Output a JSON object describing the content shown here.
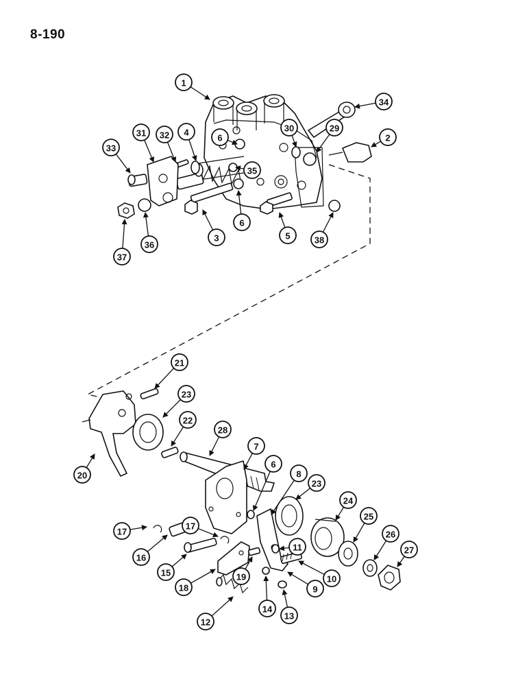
{
  "page": {
    "id": "8-190"
  },
  "callouts": [
    {
      "n": "1"
    },
    {
      "n": "34"
    },
    {
      "n": "2"
    },
    {
      "n": "29"
    },
    {
      "n": "30"
    },
    {
      "n": "6"
    },
    {
      "n": "35"
    },
    {
      "n": "4"
    },
    {
      "n": "32"
    },
    {
      "n": "31"
    },
    {
      "n": "33"
    },
    {
      "n": "37"
    },
    {
      "n": "36"
    },
    {
      "n": "3"
    },
    {
      "n": "6"
    },
    {
      "n": "5"
    },
    {
      "n": "38"
    },
    {
      "n": "21"
    },
    {
      "n": "23"
    },
    {
      "n": "20"
    },
    {
      "n": "22"
    },
    {
      "n": "28"
    },
    {
      "n": "7"
    },
    {
      "n": "6"
    },
    {
      "n": "8"
    },
    {
      "n": "23"
    },
    {
      "n": "24"
    },
    {
      "n": "25"
    },
    {
      "n": "26"
    },
    {
      "n": "27"
    },
    {
      "n": "17"
    },
    {
      "n": "17"
    },
    {
      "n": "16"
    },
    {
      "n": "15"
    },
    {
      "n": "18"
    },
    {
      "n": "19"
    },
    {
      "n": "11"
    },
    {
      "n": "10"
    },
    {
      "n": "9"
    },
    {
      "n": "14"
    },
    {
      "n": "13"
    },
    {
      "n": "12"
    }
  ]
}
